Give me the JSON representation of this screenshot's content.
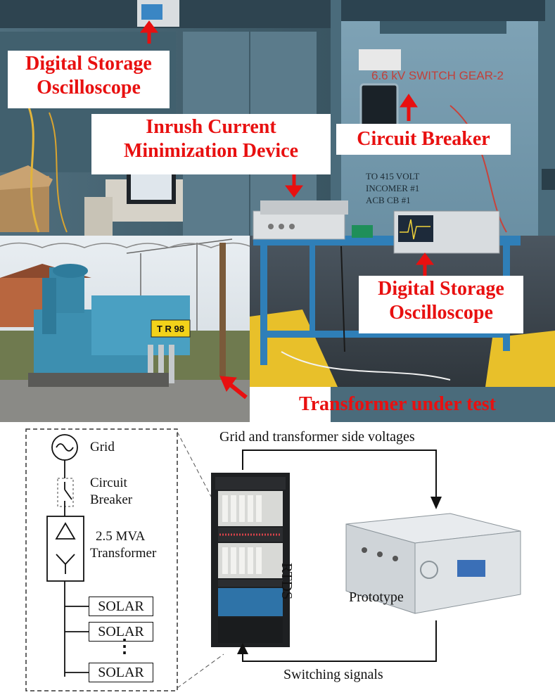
{
  "labels": {
    "dso_top": [
      "Digital Storage",
      "Oscilloscope"
    ],
    "icmd": [
      "Inrush Current",
      "Minimization Device"
    ],
    "circuit_breaker": "Circuit Breaker",
    "dso_right": [
      "Digital Storage",
      "Oscilloscope"
    ],
    "transformer_under_test": "Transformer under test",
    "panel_title": "6.6 kV SWITCH GEAR-2",
    "transformer_plate": "T R 98"
  },
  "schematic": {
    "grid": "Grid",
    "breaker": [
      "Circuit",
      "Breaker"
    ],
    "transformer": [
      "2.5 MVA",
      "Transformer"
    ],
    "solar": [
      "SOLAR",
      "SOLAR",
      "SOLAR"
    ],
    "dots": "⋮",
    "rtds": "RTDS",
    "prototype": "Prototype",
    "top_signal": "Grid and transformer side voltages",
    "bottom_signal": "Switching signals"
  },
  "colors": {
    "callout_red": "#e81010",
    "panel_blue": "#6e93a8",
    "transformer_teal": "#3d8fb0"
  }
}
